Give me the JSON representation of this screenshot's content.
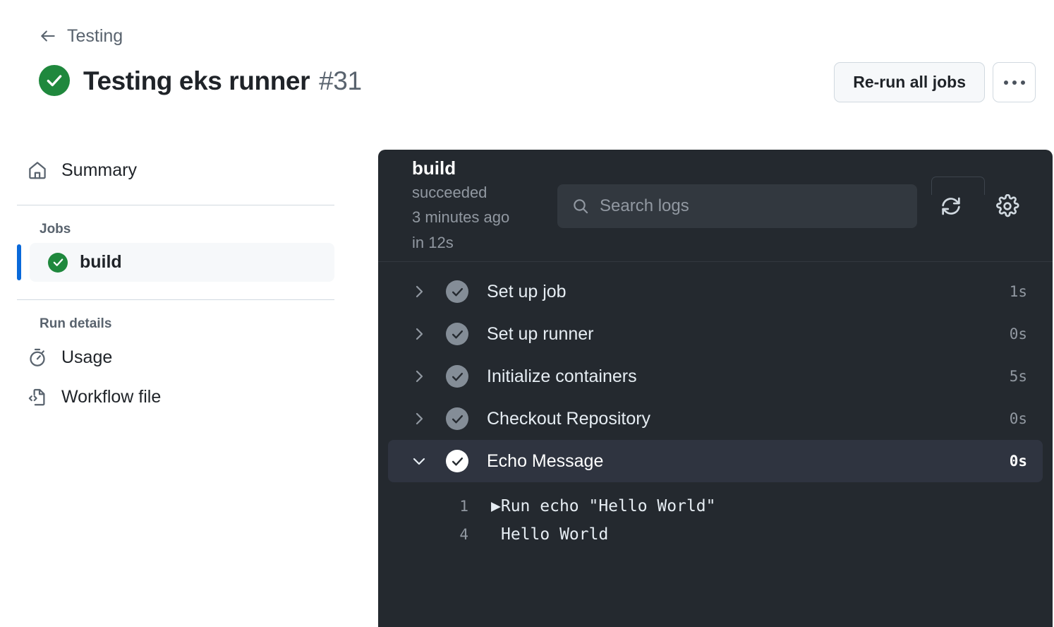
{
  "header": {
    "back_icon": "arrow-left-icon",
    "breadcrumb": "Testing",
    "status_icon": "check-circle-fill-icon",
    "title": "Testing eks runner",
    "run_number": "#31",
    "rerun_button": "Re-run all jobs",
    "overflow_button": "more-options-icon"
  },
  "sidebar": {
    "summary": {
      "label": "Summary",
      "icon": "home-icon"
    },
    "jobs_section": "Jobs",
    "jobs": [
      {
        "label": "build",
        "status_icon": "check-circle-fill-icon",
        "selected": true
      }
    ],
    "run_details_section": "Run details",
    "run_details": [
      {
        "label": "Usage",
        "icon": "stopwatch-icon"
      },
      {
        "label": "Workflow file",
        "icon": "file-code-icon"
      }
    ]
  },
  "log_panel": {
    "job_name": "build",
    "status": "succeeded",
    "relative_time": "3 minutes ago",
    "duration": "in 12s",
    "search": {
      "placeholder": "Search logs",
      "value": "",
      "icon": "search-icon"
    },
    "refresh_icon": "refresh-sync-icon",
    "settings_icon": "gear-icon",
    "steps": [
      {
        "name": "Set up job",
        "duration": "1s",
        "expanded": false,
        "status": "success"
      },
      {
        "name": "Set up runner",
        "duration": "0s",
        "expanded": false,
        "status": "success"
      },
      {
        "name": "Initialize containers",
        "duration": "5s",
        "expanded": false,
        "status": "success"
      },
      {
        "name": "Checkout Repository",
        "duration": "0s",
        "expanded": false,
        "status": "success"
      },
      {
        "name": "Echo Message",
        "duration": "0s",
        "expanded": true,
        "status": "success"
      }
    ],
    "log_lines": [
      {
        "number": "1",
        "marker": "▶",
        "text": "Run echo \"Hello World\""
      },
      {
        "number": "4",
        "marker": "",
        "text": "Hello World"
      }
    ]
  },
  "colors": {
    "success_green": "#1f883d",
    "selection_blue": "#0969da",
    "panel_bg": "#24292f",
    "row_active_bg": "#2f3440",
    "muted_text": "#9198a1"
  }
}
